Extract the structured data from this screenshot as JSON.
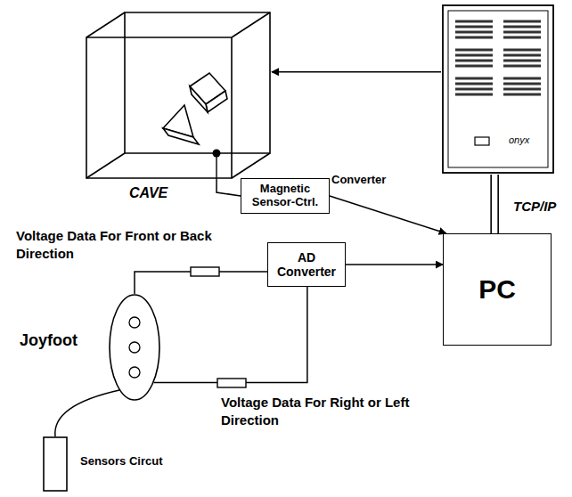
{
  "diagram": {
    "nodes": [
      {
        "text": [
          "CAVE"
        ]
      },
      {
        "text": [
          "onyx"
        ]
      },
      {
        "text": [
          "Magnetic Sensor-Ctrl."
        ]
      },
      {
        "text": [
          "PC"
        ]
      },
      {
        "text": [
          "AD Converter"
        ]
      },
      {
        "text": [
          "Joyfoot"
        ]
      },
      {
        "text": [
          "Sensors Circut"
        ]
      }
    ],
    "edges": [
      {
        "from": 1,
        "to": 0,
        "arrow": "to"
      },
      {
        "from": 0,
        "to": 2,
        "arrow": "none"
      },
      {
        "from": 2,
        "to": 3,
        "label": "Converter",
        "arrow": "to"
      },
      {
        "from": 1,
        "to": 3,
        "label": "TCP/IP",
        "arrow": "none"
      },
      {
        "from": 5,
        "to": 4,
        "label": "Voltage Data For Front or Back Direction",
        "arrow": "none"
      },
      {
        "from": 5,
        "to": 4,
        "label": "Voltage Data For Right or Left Direction",
        "arrow": "none"
      },
      {
        "from": 4,
        "to": 3,
        "arrow": "to"
      },
      {
        "from": 6,
        "to": 5,
        "arrow": "none"
      }
    ]
  }
}
